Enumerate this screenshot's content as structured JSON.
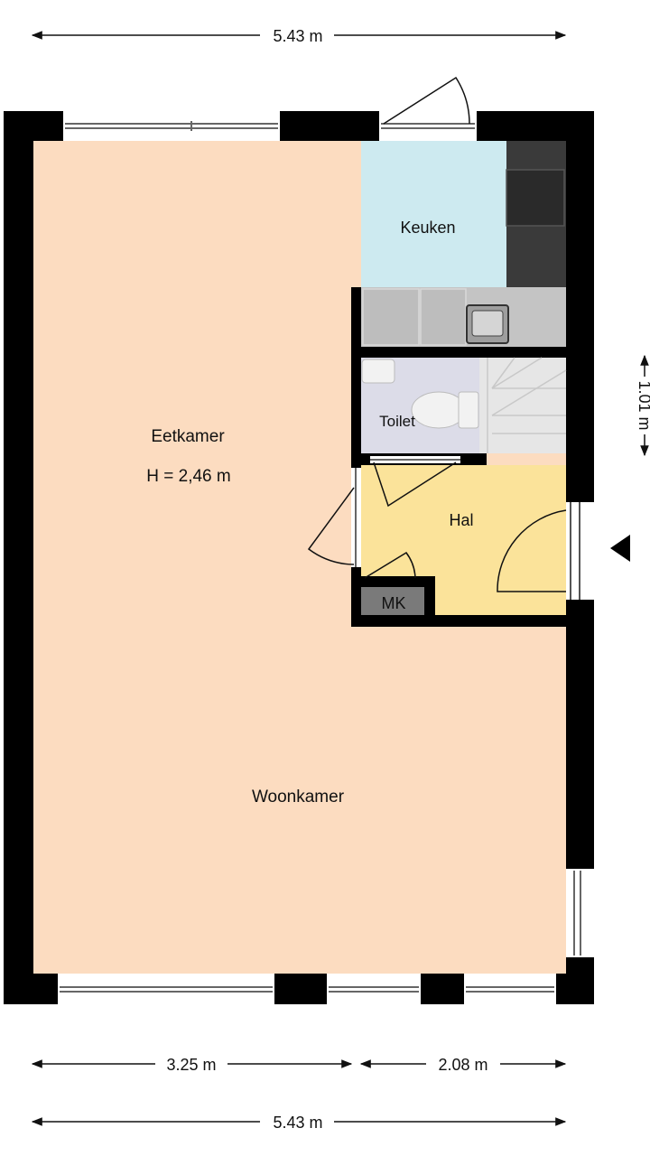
{
  "dimensions": {
    "top_width": "5.43 m",
    "bottom_left": "3.25 m",
    "bottom_right": "2.08 m",
    "bottom_total": "5.43 m",
    "right_side": "1.01 m"
  },
  "rooms": {
    "eetkamer": "Eetkamer",
    "height_note": "H = 2,46 m",
    "keuken": "Keuken",
    "toilet": "Toilet",
    "hal": "Hal",
    "mk": "MK",
    "woonkamer": "Woonkamer"
  },
  "colors": {
    "living": "#fcdcc0",
    "kitchen": "#cdeaf0",
    "toilet": "#dcdce8",
    "hall": "#fbe39a",
    "counter": "#c4c4c4",
    "dark_counter": "#3a3a3a",
    "stairs": "#e6e6e6",
    "wall": "#000000"
  }
}
